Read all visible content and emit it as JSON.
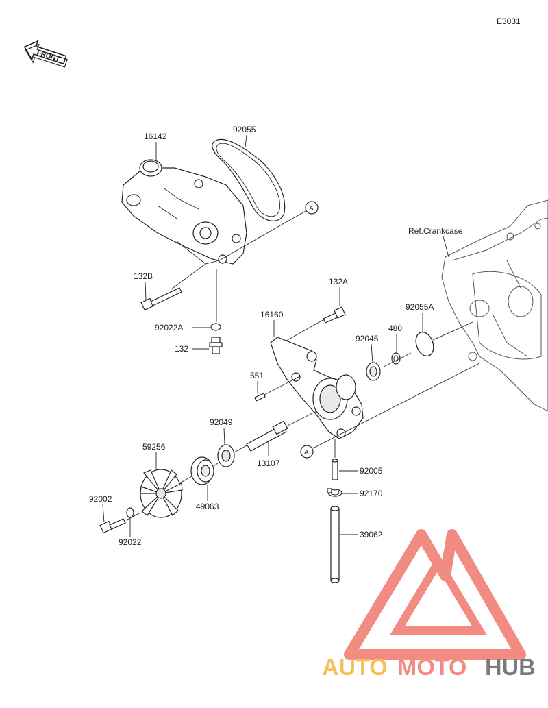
{
  "diagram_code": "E3031",
  "front_label": "FRONT",
  "ref_label": "Ref.Crankcase",
  "ref_marker": "A",
  "parts": {
    "p16142": "16142",
    "p92055": "92055",
    "p132b": "132B",
    "p92022a": "92022A",
    "p132": "132",
    "p132a": "132A",
    "p16160": "16160",
    "p551": "551",
    "p92045": "92045",
    "p480": "480",
    "p92055a": "92055A",
    "p92049": "92049",
    "p59256": "59256",
    "p13107": "13107",
    "p92005": "92005",
    "p92170": "92170",
    "p49063": "49063",
    "p92002": "92002",
    "p92022": "92022",
    "p39062": "39062"
  },
  "watermark": {
    "text_part1": "AUTO",
    "text_part2": "MOTO",
    "text_part3": "HUB",
    "color_red": "#f28b82",
    "color_orange": "#f7c05a",
    "color_gray": "#7a7a7a"
  }
}
